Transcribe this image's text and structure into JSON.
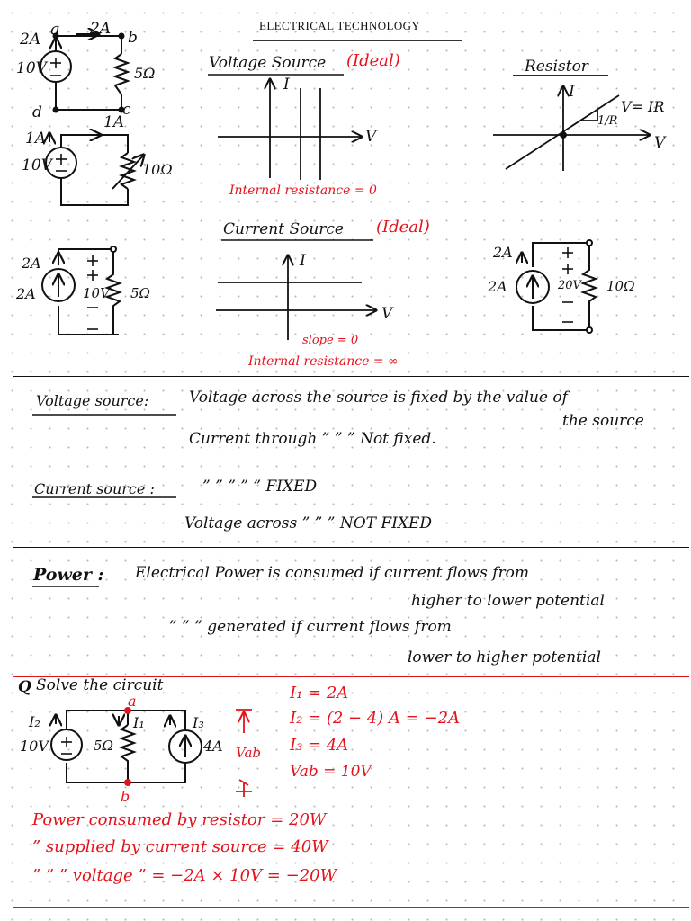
{
  "header": {
    "title": "ELECTRICAL TECHNOLOGY"
  },
  "circuits": {
    "c1": {
      "current_a": "2A",
      "current_top": "2A",
      "node_a": "a",
      "node_b": "b",
      "node_c": "c",
      "node_d": "d",
      "source": "10V",
      "resistor": "5Ω"
    },
    "c2": {
      "current_left": "1A",
      "current_top": "1A",
      "source": "10V",
      "resistor": "10Ω"
    },
    "c3": {
      "current_top": "2A",
      "source": "2A",
      "voltage": "10V",
      "resistor": "5Ω"
    },
    "c4": {
      "current_top": "2A",
      "source": "2A",
      "voltage": "20V",
      "resistor": "10Ω"
    }
  },
  "graphs": {
    "voltage_source": {
      "title": "Voltage Source",
      "qualifier": "(Ideal)",
      "y_axis": "I",
      "x_axis": "V",
      "note": "Internal resistance = 0"
    },
    "current_source": {
      "title": "Current Source",
      "qualifier": "(Ideal)",
      "y_axis": "I",
      "x_axis": "V",
      "note1": "slope = 0",
      "note2": "Internal resistance = ∞"
    },
    "resistor": {
      "title": "Resistor",
      "y_axis": "I",
      "x_axis": "V",
      "equation": "V= IR",
      "slope": "1/R"
    }
  },
  "definitions": {
    "vs_label": "Voltage source:",
    "vs_line1": "Voltage across the source is fixed by the value of",
    "vs_line1b": "the source",
    "vs_line2": "Current through ” ” ” Not fixed.",
    "cs_label": "Current source :",
    "cs_line1": "” ” ” ” ” FIXED",
    "cs_line2": "Voltage across ” ” ” NOT FIXED"
  },
  "power": {
    "label": "Power :",
    "line1": "Electrical Power is consumed if current flows from",
    "line2": "higher to lower potential",
    "line3": "” ” ” generated if current flows from",
    "line4": "lower to higher potential"
  },
  "question": {
    "prefix": "Q",
    "prompt": "Solve the circuit",
    "labels": {
      "node_a": "a",
      "node_b": "b",
      "i2": "I₂",
      "i1": "I₁",
      "i3": "I₃",
      "source_v": "10V",
      "resistor": "5Ω",
      "source_i": "4A",
      "vab": "Vab"
    },
    "answers": [
      "I₁ = 2A",
      "I₂ = (2 − 4) A = −2A",
      "I₃ = 4A",
      "Vab = 10V"
    ],
    "conclusions": [
      "Power consumed by resistor = 20W",
      "” supplied by current source = 40W",
      "” ” ” voltage ” = −2A × 10V = −20W"
    ]
  }
}
